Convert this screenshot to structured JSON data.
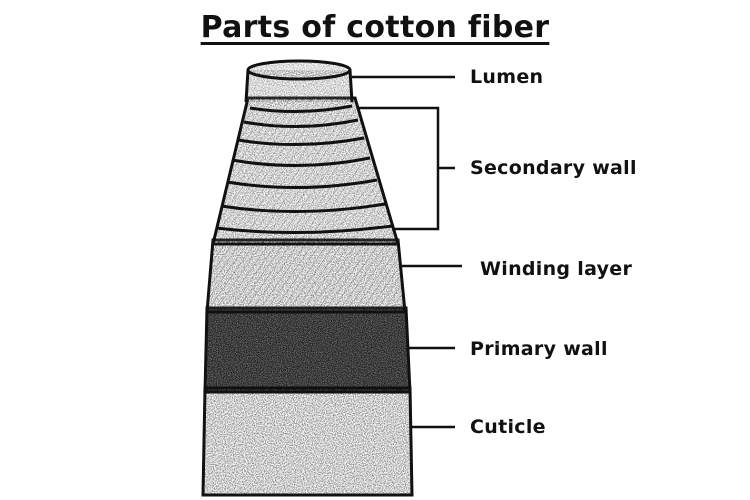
{
  "title": "Parts of cotton fiber",
  "labels": {
    "lumen": "Lumen",
    "secondary_wall": "Secondary wall",
    "winding_layer": "Winding layer",
    "primary_wall": "Primary wall",
    "cuticle": "Cuticle"
  },
  "colors": {
    "ink": "#111111",
    "background": "#ffffff"
  }
}
